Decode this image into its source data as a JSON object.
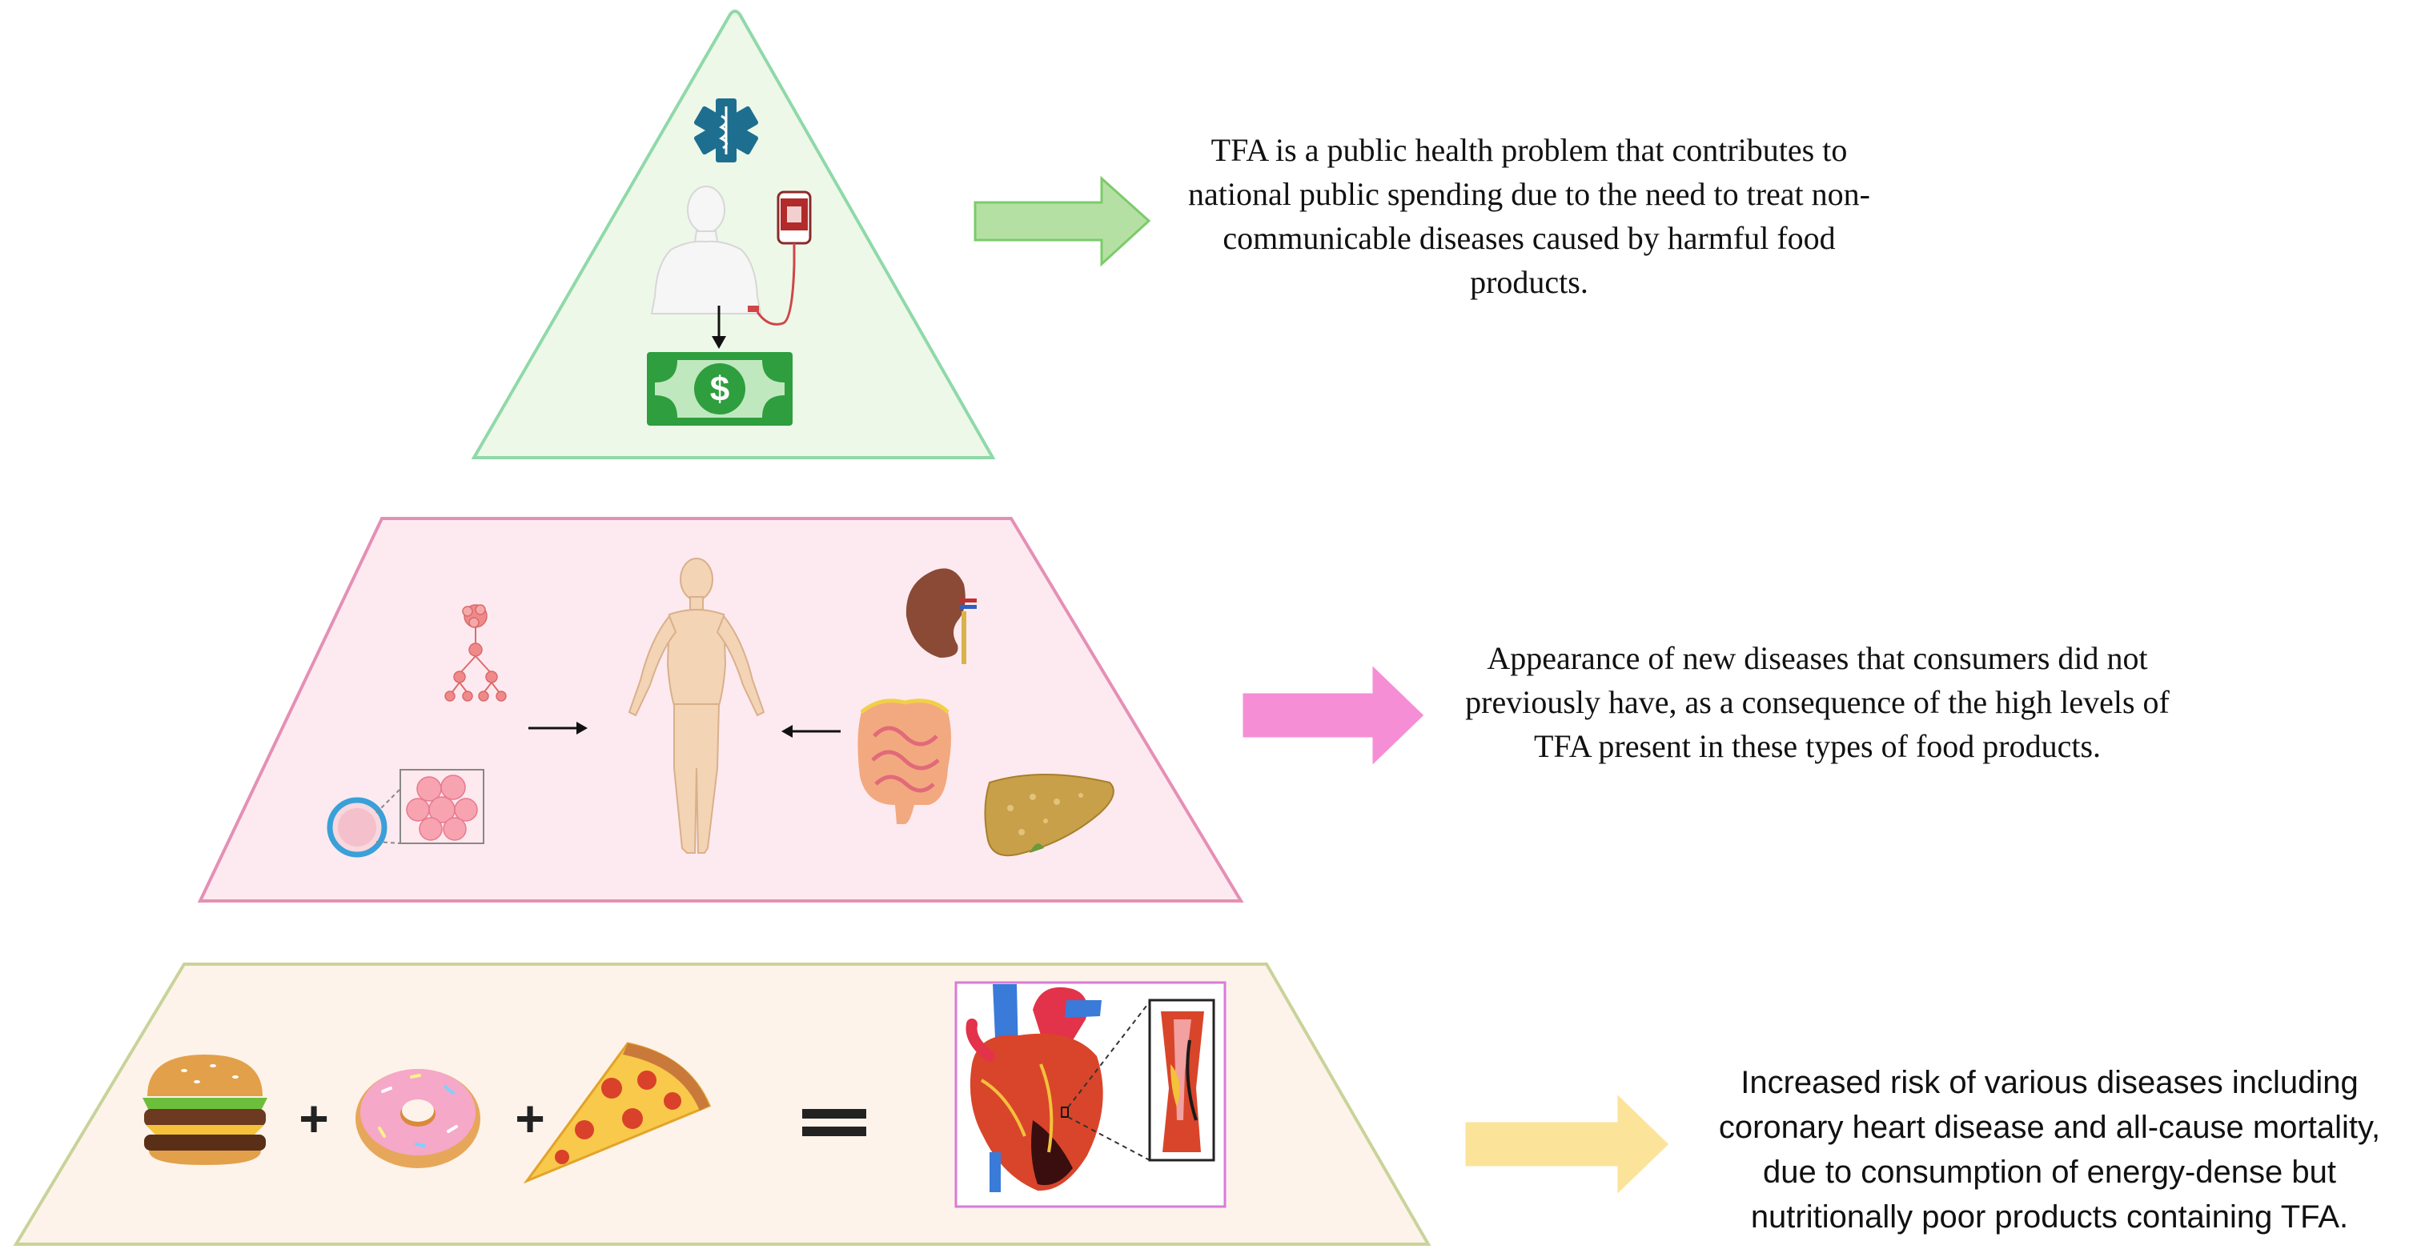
{
  "title": "",
  "tiers": [
    {
      "id": "top",
      "fill": "#eef8e9",
      "stroke": "#8fd9a8",
      "arrow_color": "#b5e0a4",
      "arrow_stroke": "#7ccb6a",
      "text": "TFA is a public health problem that contributes to national public spending due to the need to treat non-communicable diseases caused by harmful food products.",
      "icons": [
        "medical-star-of-life-icon",
        "patient-with-iv-bag-icon",
        "dollar-bill-icon"
      ]
    },
    {
      "id": "middle",
      "fill": "#fdeaf0",
      "stroke": "#e58fb5",
      "arrow_color": "#f68ed6",
      "arrow_stroke": "#f68ed6",
      "text": "Appearance of new diseases that consumers did not previously have, as a consequence of the high levels of TFA present in these types of food products.",
      "icons": [
        "cell-division-icon",
        "adipocyte-cell-icon",
        "fat-cells-icon",
        "human-body-icon",
        "kidney-icon",
        "intestine-icon",
        "liver-icon"
      ]
    },
    {
      "id": "bottom",
      "fill": "#fdf3ea",
      "stroke": "#c9d39a",
      "arrow_color": "#fbe39a",
      "arrow_stroke": "#fbe39a",
      "text": "Increased risk of various diseases including coronary heart disease and all-cause mortality, due to consumption of energy-dense but nutritionally poor products containing TFA.",
      "icons": [
        "burger-icon",
        "donut-icon",
        "pizza-slice-icon",
        "heart-icon",
        "artery-plaque-icon"
      ]
    }
  ],
  "equation": {
    "plus_1": "+",
    "plus_2": "+",
    "equals": "="
  },
  "heart_box_color": "#d97ad9",
  "money_color": "#2e9e3e",
  "medical_color": "#1e6f8f"
}
